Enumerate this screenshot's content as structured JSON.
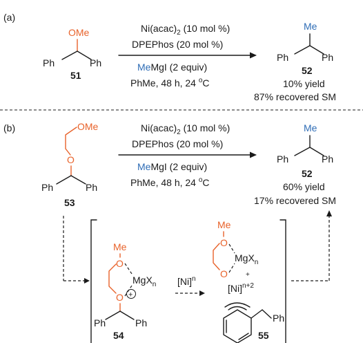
{
  "panel_a": {
    "label": "(a)",
    "substrate": {
      "ome": "OMe",
      "ph_left": "Ph",
      "ph_right": "Ph",
      "number": "51"
    },
    "conditions": {
      "catalyst": "Ni(acac)",
      "catalyst_sub": "2",
      "catalyst_load": " (10 mol %)",
      "ligand": "DPEPhos (20 mol %)",
      "reagent_colored": "Me",
      "reagent_rest": "MgI (2 equiv)",
      "solvent": "PhMe, 48 h, 24 ",
      "temp_sup": "o",
      "temp_unit": "C"
    },
    "product": {
      "me": "Me",
      "ph_left": "Ph",
      "ph_right": "Ph",
      "number": "52",
      "yield": "10% yield",
      "recovered": "87% recovered SM"
    }
  },
  "panel_b": {
    "label": "(b)",
    "substrate": {
      "ome": "OMe",
      "o": "O",
      "ph_left": "Ph",
      "ph_right": "Ph",
      "number": "53"
    },
    "conditions": {
      "catalyst": "Ni(acac)",
      "catalyst_sub": "2",
      "catalyst_load": " (10 mol %)",
      "ligand": "DPEPhos (20 mol %)",
      "reagent_colored": "Me",
      "reagent_rest": "MgI (2 equiv)",
      "solvent": "PhMe, 48 h, 24 ",
      "temp_sup": "o",
      "temp_unit": "C"
    },
    "product": {
      "me": "Me",
      "ph_left": "Ph",
      "ph_right": "Ph",
      "number": "52",
      "yield": "60% yield",
      "recovered": "17% recovered SM"
    }
  },
  "intermediate_54": {
    "me": "Me",
    "o_top": "O",
    "o_bottom": "O",
    "plus": "+",
    "mgx": "MgX",
    "mgx_sub": "n",
    "ph_left": "Ph",
    "ph_right": "Ph",
    "number": "54"
  },
  "transfer": {
    "ni": "[Ni]",
    "ni_sup": "n"
  },
  "intermediate_55": {
    "me": "Me",
    "o_top": "O",
    "o_bottom": "O",
    "mgx": "MgX",
    "mgx_sub": "n",
    "plus": "+",
    "ni": "[Ni]",
    "ni_sup": "n+2",
    "ph": "Ph",
    "number": "55"
  },
  "colors": {
    "ether": "#e8622a",
    "methyl": "#2f6db6",
    "ink": "#1a1a1a"
  }
}
